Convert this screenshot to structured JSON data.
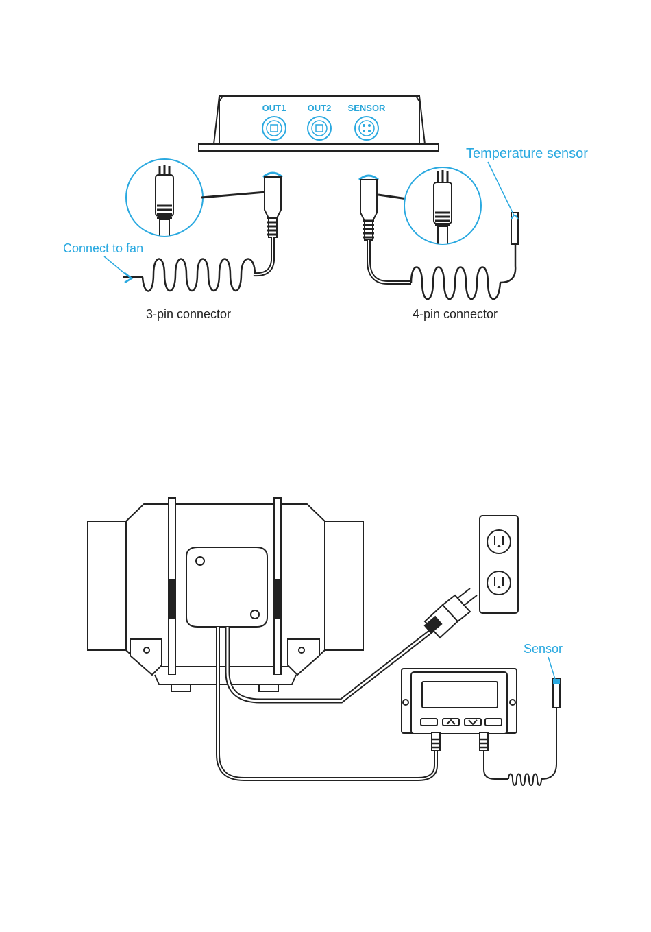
{
  "wiring_diagram": {
    "ports": {
      "out1": "OUT1",
      "out2": "OUT2",
      "sensor": "SENSOR"
    },
    "callouts": {
      "temperature_sensor": "Temperature sensor",
      "connect_to_fan": "Connect to fan"
    },
    "captions": {
      "three_pin": "3-pin connector",
      "four_pin": "4-pin connector"
    }
  },
  "installation_diagram": {
    "sensor_label": "Sensor"
  },
  "colors": {
    "accent": "#2aa9e0",
    "line": "#222222",
    "port_text": "#29a6d9"
  }
}
